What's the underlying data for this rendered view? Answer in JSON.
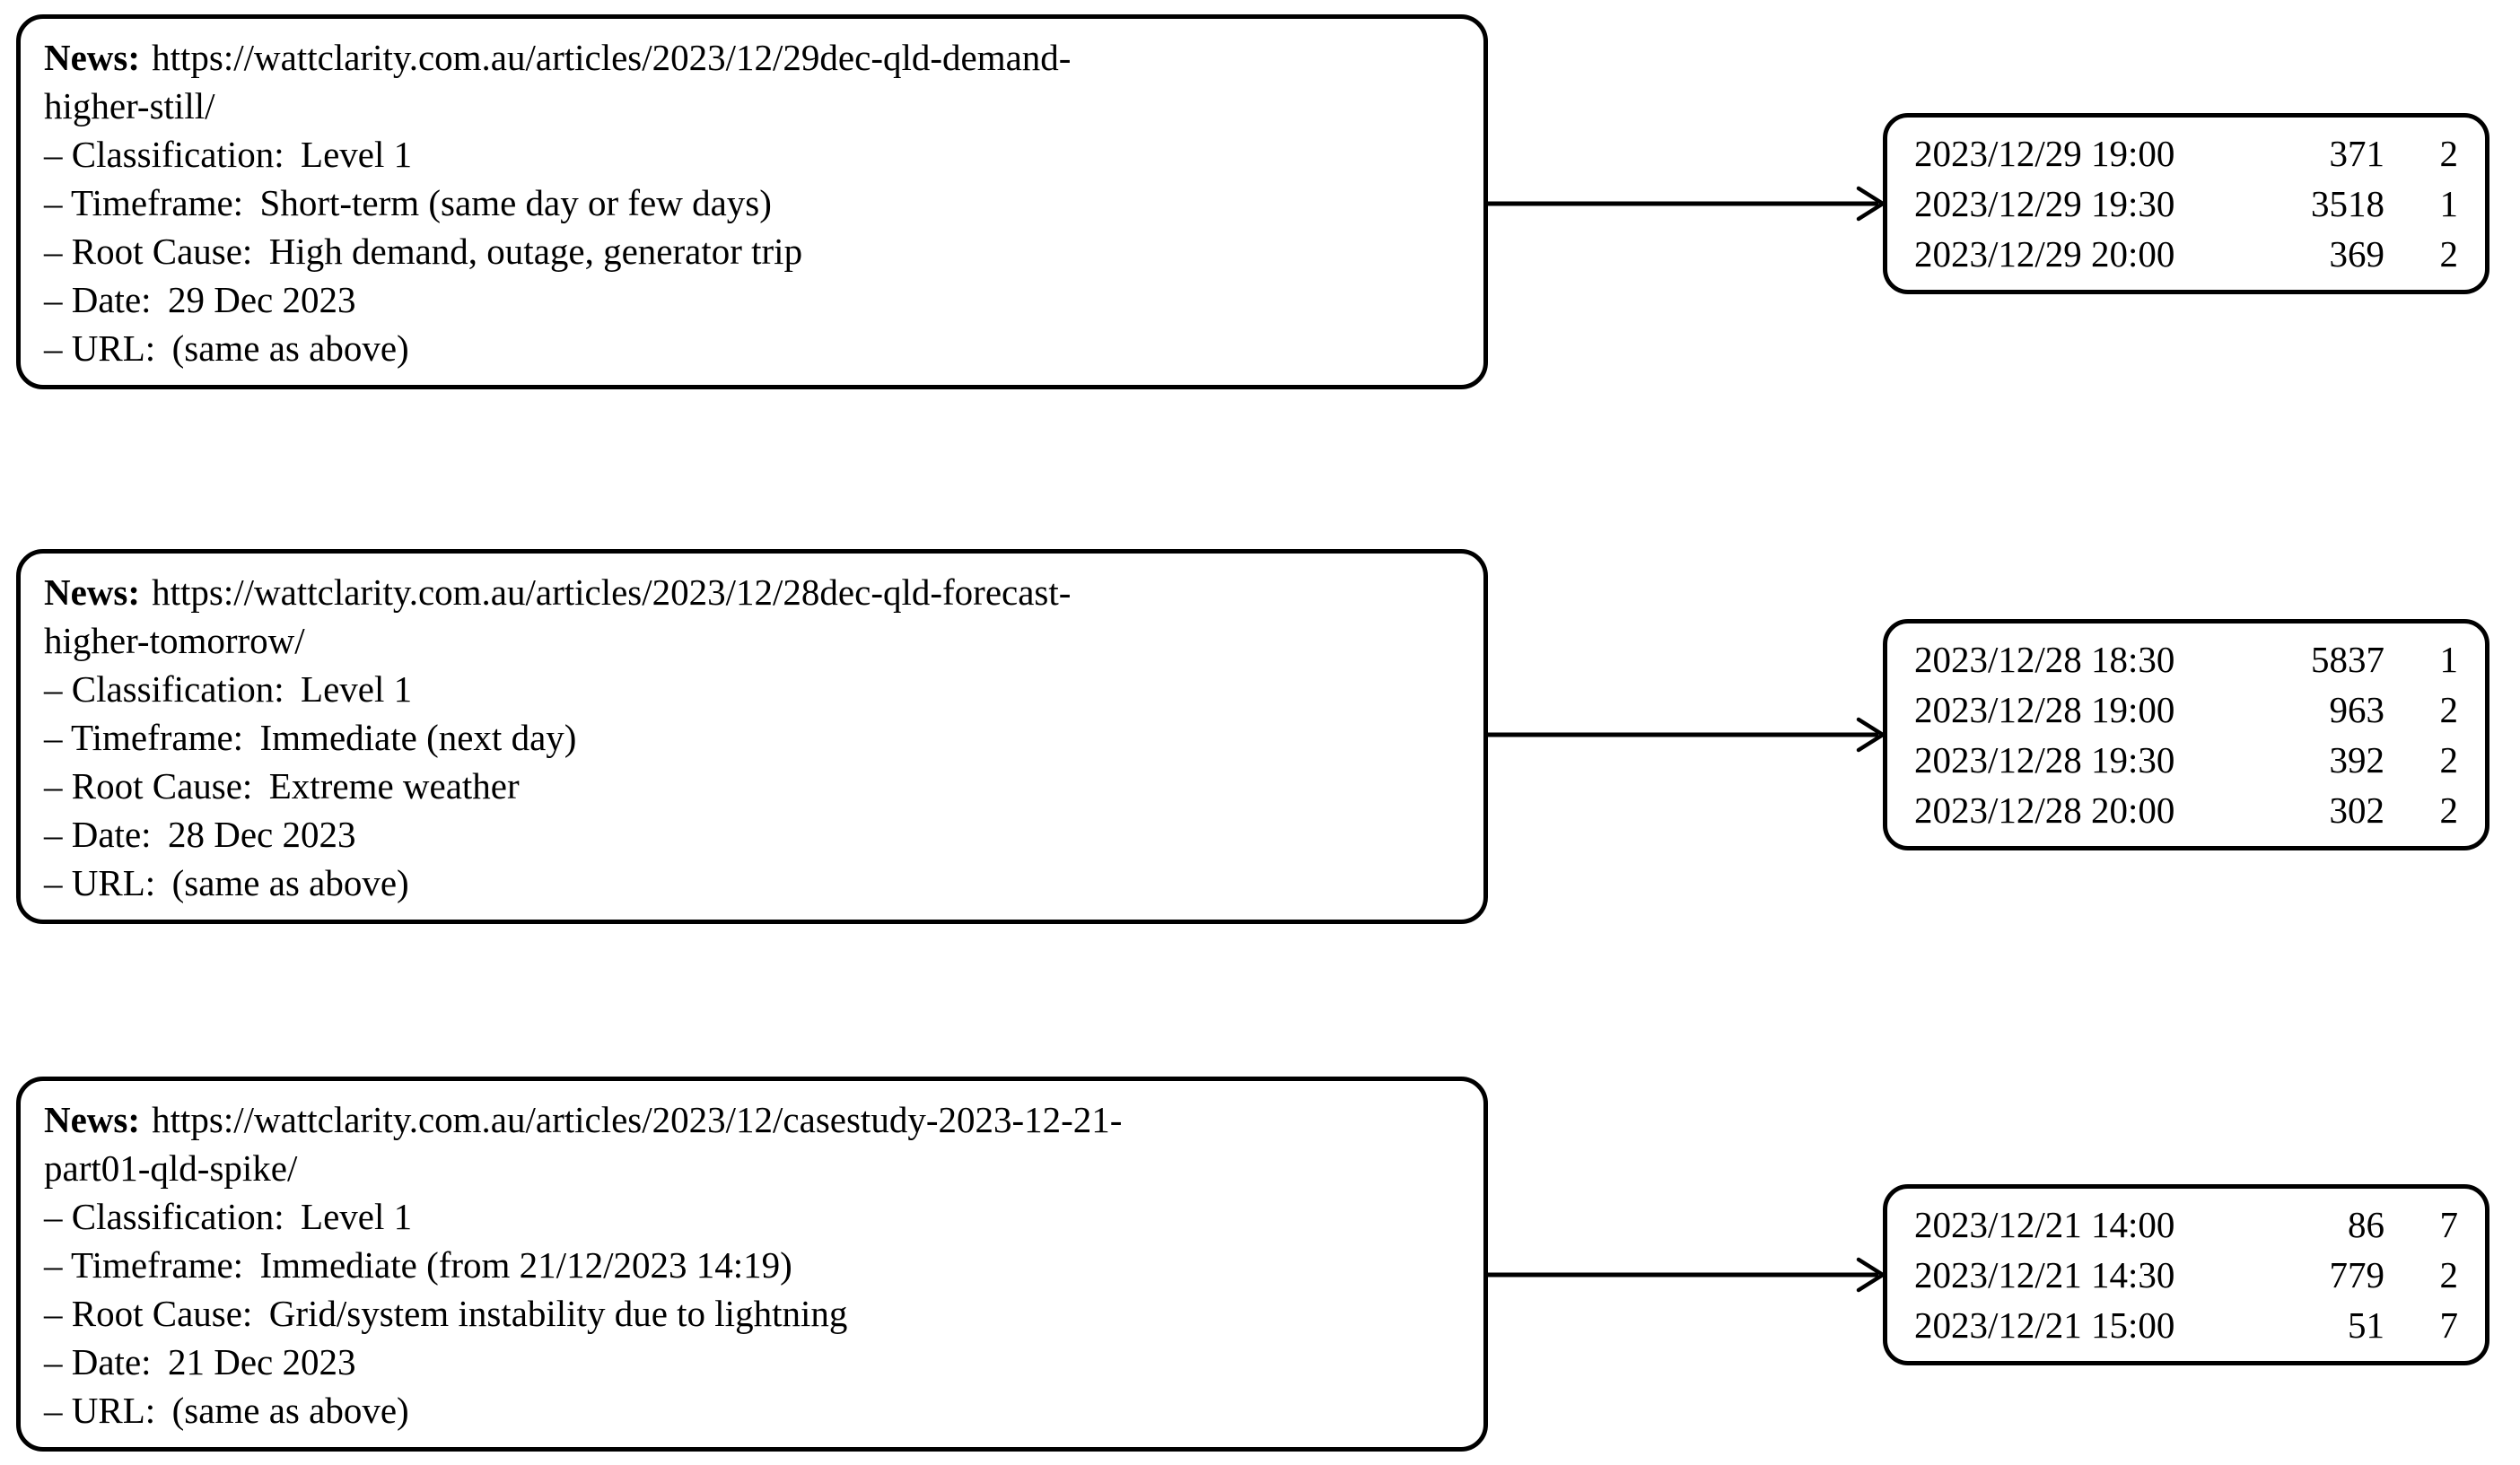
{
  "figure": {
    "rows": [
      {
        "news_label": "News:",
        "url_line1": "https://wattclarity.com.au/articles/2023/12/29dec-qld-demand-",
        "url_line2": "higher-still/",
        "items": [
          {
            "label": "– Classification:",
            "value": "Level 1"
          },
          {
            "label": "– Timeframe:",
            "value": "Short-term (same day or few days)"
          },
          {
            "label": "– Root Cause:",
            "value": "High demand, outage, generator trip"
          },
          {
            "label": "– Date:",
            "value": "29 Dec 2023"
          },
          {
            "label": "– URL:",
            "value": "(same as above)"
          }
        ],
        "table_rows": [
          [
            "2023/12/29 19:00",
            "371",
            "2"
          ],
          [
            "2023/12/29 19:30",
            "3518",
            "1"
          ],
          [
            "2023/12/29 20:00",
            "369",
            "2"
          ]
        ]
      },
      {
        "news_label": "News:",
        "url_line1": "https://wattclarity.com.au/articles/2023/12/28dec-qld-forecast-",
        "url_line2": "higher-tomorrow/",
        "items": [
          {
            "label": "– Classification:",
            "value": "Level 1"
          },
          {
            "label": "– Timeframe:",
            "value": "Immediate (next day)"
          },
          {
            "label": "– Root Cause:",
            "value": "Extreme weather"
          },
          {
            "label": "– Date:",
            "value": "28 Dec 2023"
          },
          {
            "label": "– URL:",
            "value": "(same as above)"
          }
        ],
        "table_rows": [
          [
            "2023/12/28 18:30",
            "5837",
            "1"
          ],
          [
            "2023/12/28 19:00",
            "963",
            "2"
          ],
          [
            "2023/12/28 19:30",
            "392",
            "2"
          ],
          [
            "2023/12/28 20:00",
            "302",
            "2"
          ]
        ]
      },
      {
        "news_label": "News:",
        "url_line1": "https://wattclarity.com.au/articles/2023/12/casestudy-2023-12-21-",
        "url_line2": "part01-qld-spike/",
        "items": [
          {
            "label": "– Classification:",
            "value": "Level 1"
          },
          {
            "label": "– Timeframe:",
            "value": "Immediate (from 21/12/2023 14:19)"
          },
          {
            "label": "– Root Cause:",
            "value": "Grid/system instability due to lightning"
          },
          {
            "label": "– Date:",
            "value": "21 Dec 2023"
          },
          {
            "label": "– URL:",
            "value": "(same as above)"
          }
        ],
        "table_rows": [
          [
            "2023/12/21 14:00",
            "86",
            "7"
          ],
          [
            "2023/12/21 14:30",
            "779",
            "2"
          ],
          [
            "2023/12/21 15:00",
            "51",
            "7"
          ]
        ]
      }
    ]
  }
}
